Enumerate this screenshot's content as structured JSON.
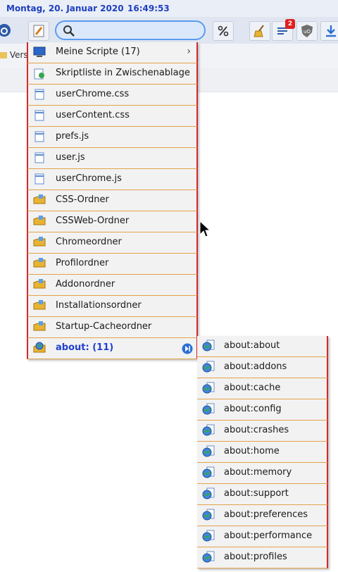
{
  "statusbar": {
    "date": "Montag, 20. Januar 2020",
    "time": "16:49:53"
  },
  "toolbar": {
    "search": {
      "value": "",
      "placeholder": ""
    },
    "badge_count": "2",
    "icons": [
      "github-icon",
      "script-editor-icon",
      "search-icon",
      "percent-icon",
      "broom-icon",
      "list-icon",
      "ublock-icon",
      "download-icon"
    ]
  },
  "bookmarks": {
    "partial_label": "Versc"
  },
  "menu": {
    "items": [
      {
        "label": "Meine Scripte (17)",
        "icon": "monitor-icon",
        "has_submenu": true
      },
      {
        "label": "Skriptliste in Zwischenablage",
        "icon": "clipboard-icon"
      },
      {
        "label": "userChrome.css",
        "icon": "file-icon"
      },
      {
        "label": "userContent.css",
        "icon": "file-icon"
      },
      {
        "label": "prefs.js",
        "icon": "file-icon"
      },
      {
        "label": "user.js",
        "icon": "file-icon"
      },
      {
        "label": "userChrome.js",
        "icon": "file-icon"
      },
      {
        "label": "CSS-Ordner",
        "icon": "folder-icon"
      },
      {
        "label": "CSSWeb-Ordner",
        "icon": "folder-icon"
      },
      {
        "label": "Chromeordner",
        "icon": "folder-icon"
      },
      {
        "label": "Profilordner",
        "icon": "folder-icon"
      },
      {
        "label": "Addonordner",
        "icon": "folder-icon"
      },
      {
        "label": "Installationsordner",
        "icon": "folder-icon"
      },
      {
        "label": "Startup-Cacheordner",
        "icon": "folder-icon"
      },
      {
        "label": "about: (11)",
        "icon": "globe-folder-icon",
        "active": true
      }
    ]
  },
  "submenu": {
    "items": [
      {
        "label": "about:about"
      },
      {
        "label": "about:addons"
      },
      {
        "label": "about:cache"
      },
      {
        "label": "about:config"
      },
      {
        "label": "about:crashes"
      },
      {
        "label": "about:home"
      },
      {
        "label": "about:memory"
      },
      {
        "label": "about:support"
      },
      {
        "label": "about:preferences"
      },
      {
        "label": "about:performance"
      },
      {
        "label": "about:profiles"
      }
    ]
  },
  "colors": {
    "accent_text": "#1f3fd0",
    "menu_border_red": "#d42828",
    "menu_separator": "#e4a24a"
  }
}
